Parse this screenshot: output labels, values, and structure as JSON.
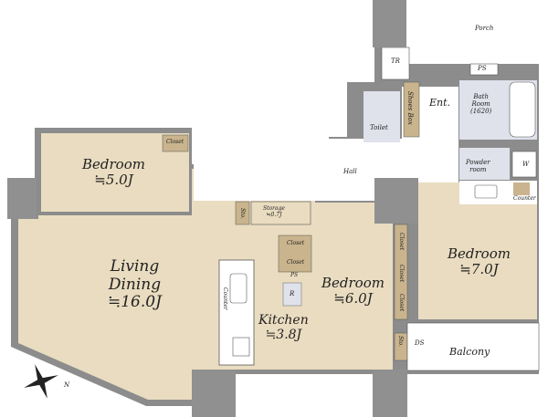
{
  "colors": {
    "floor": "#e9dcc0",
    "closet": "#c9b48d",
    "wet": "#dfe1eb",
    "wall": "#8c8c8c",
    "column": "#909090"
  },
  "rooms": {
    "porch": "Porch",
    "tr": "TR",
    "ps_top": "PS",
    "entrance": "Ent.",
    "shoes_box": "Shoes Box",
    "toilet": "Toilet",
    "bath": {
      "name": "Bath",
      "name2": "Room",
      "size": "(1620)"
    },
    "powder": {
      "name": "Powder",
      "name2": "room"
    },
    "washer": "W",
    "counter_right": "Counter",
    "hall": "Hall",
    "bedroom1": {
      "name": "Bedroom",
      "size": "≒5.0J"
    },
    "closet1": "Closet",
    "storage": {
      "name": "Storage",
      "size": "≒0.7J"
    },
    "sto1": "Sto.",
    "sto2": "Sto.",
    "closet_k1": "Closet",
    "closet_k2": "Closet",
    "ps_kitchen": "PS",
    "living": {
      "name1": "Living",
      "name2": "Dining",
      "size": "≒16.0J"
    },
    "kitchen": {
      "name": "Kitchen",
      "size": "≒3.8J"
    },
    "counter_kitchen": "Counter",
    "fridge": "R",
    "bedroom2": {
      "name": "Bedroom",
      "size": "≒6.0J"
    },
    "bedroom3": {
      "name": "Bedroom",
      "size": "≒7.0J"
    },
    "closet_b3a": "Closet",
    "closet_b3b": "Closet",
    "closet_b3c": "Closet",
    "balcony": "Balcony",
    "ds": "DS"
  },
  "compass": {
    "north": "N"
  }
}
